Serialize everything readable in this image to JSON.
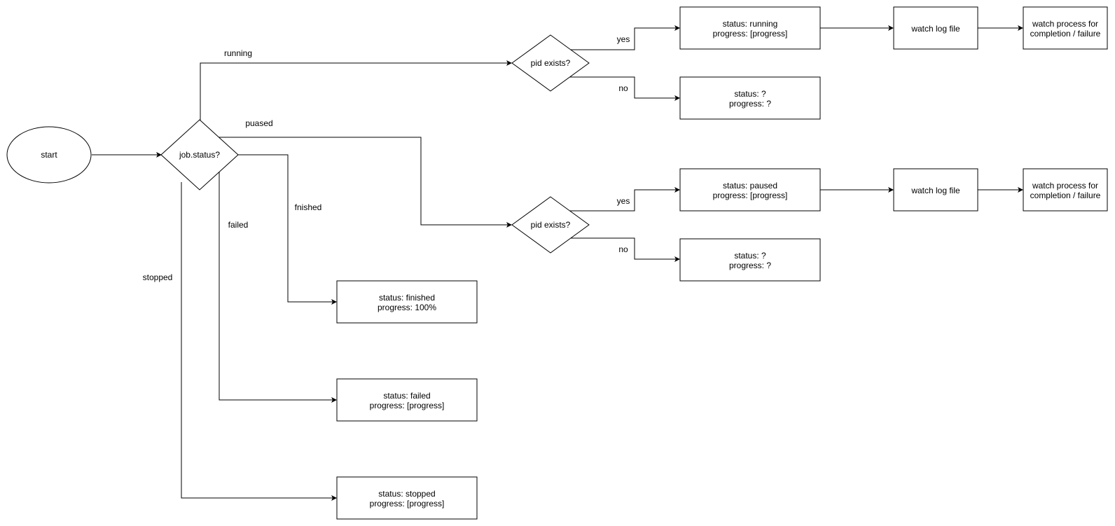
{
  "nodes": {
    "start": "start",
    "job_status": "job.status?",
    "pid_running": "pid exists?",
    "pid_paused": "pid exists?",
    "running_yes": [
      "status: running",
      "progress: [progress]"
    ],
    "running_no": [
      "status: ?",
      "progress: ?"
    ],
    "running_watch_log": "watch log file",
    "running_watch_process": [
      "watch process for",
      "completion / failure"
    ],
    "paused_yes": [
      "status: paused",
      "progress: [progress]"
    ],
    "paused_no": [
      "status: ?",
      "progress: ?"
    ],
    "paused_watch_log": "watch log file",
    "paused_watch_process": [
      "watch process for",
      "completion / failure"
    ],
    "finished": [
      "status: finished",
      "progress: 100%"
    ],
    "failed": [
      "status: failed",
      "progress: [progress]"
    ],
    "stopped": [
      "status: stopped",
      "progress: [progress]"
    ]
  },
  "edge_labels": {
    "running": "running",
    "paused": "puased",
    "finished": "fnished",
    "failed": "failed",
    "stopped": "stopped",
    "running_yes": "yes",
    "running_no": "no",
    "paused_yes": "yes",
    "paused_no": "no"
  }
}
